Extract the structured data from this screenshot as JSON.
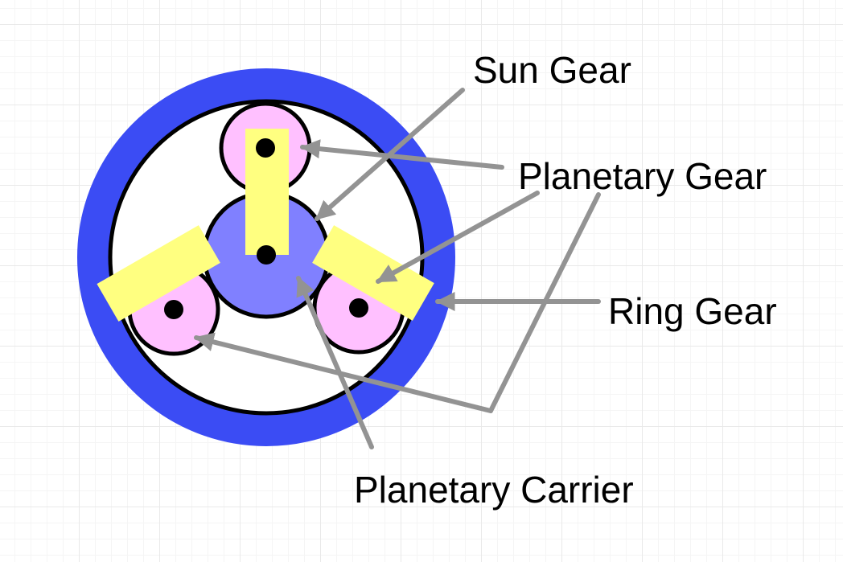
{
  "labels": {
    "sun_gear": "Sun Gear",
    "planetary_gear": "Planetary Gear",
    "ring_gear": "Ring Gear",
    "planetary_carrier": "Planetary Carrier"
  },
  "colors": {
    "ring_gear": "#3b4cf4",
    "sun_gear": "#8080ff",
    "planetary_gear": "#ffc0ff",
    "carrier": "#ffff80",
    "arrow": "#939393",
    "outline": "#000000",
    "background": "#ffffff"
  }
}
